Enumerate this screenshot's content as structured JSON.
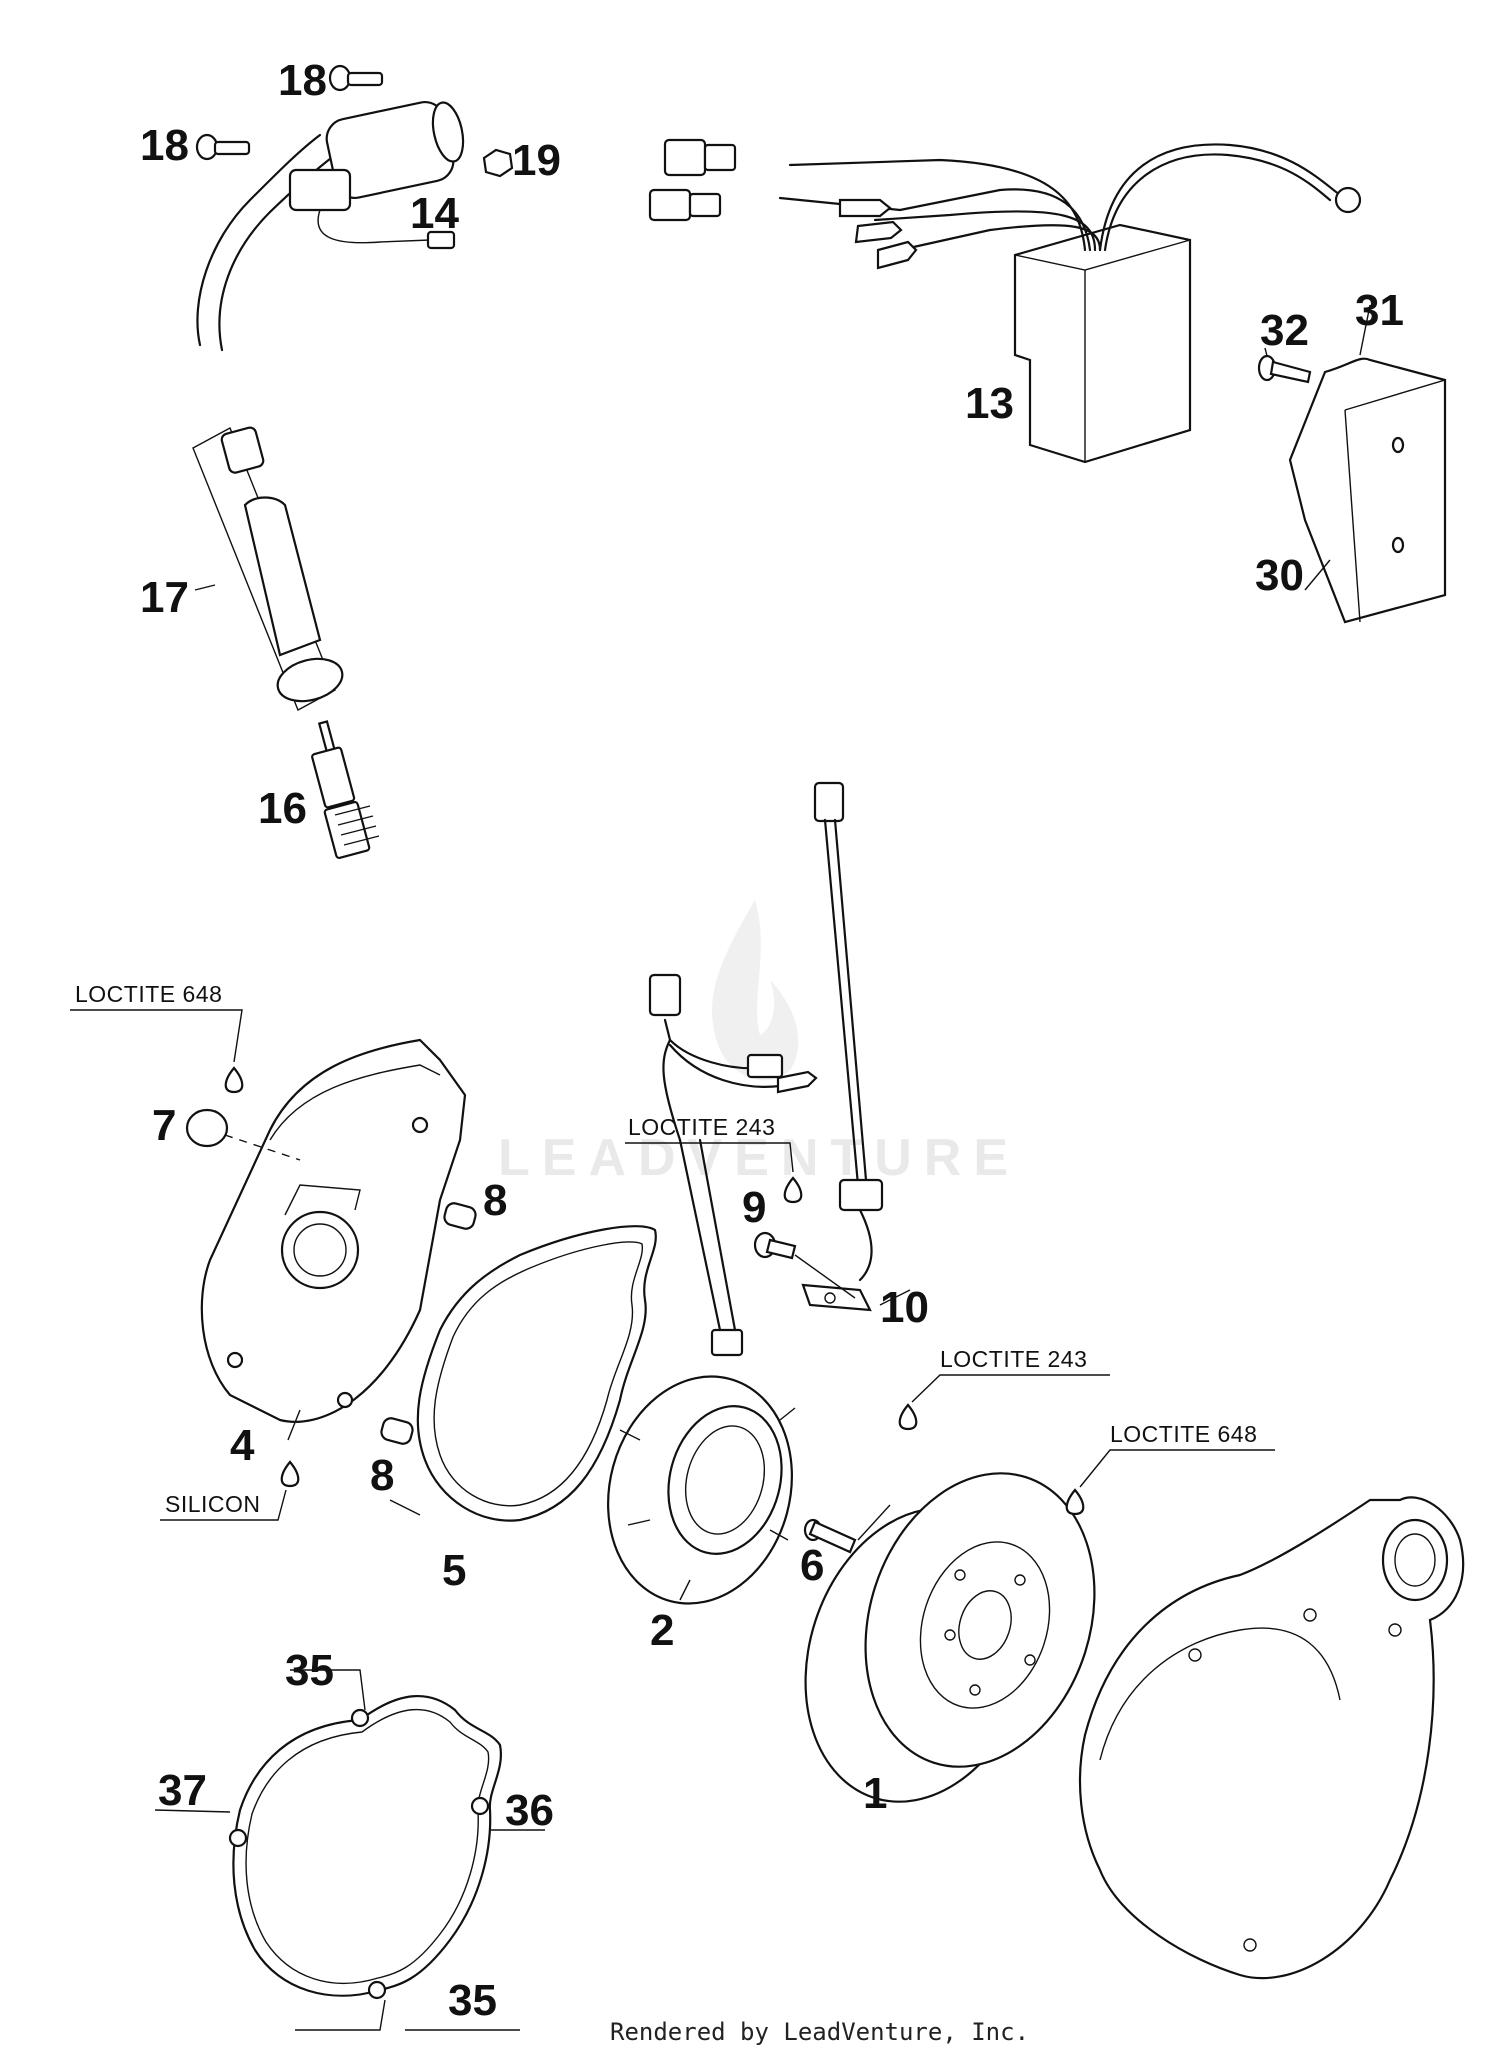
{
  "callouts": {
    "c1": "1",
    "c2": "2",
    "c4": "4",
    "c5": "5",
    "c6": "6",
    "c7": "7",
    "c8a": "8",
    "c8b": "8",
    "c9": "9",
    "c10": "10",
    "c13": "13",
    "c14": "14",
    "c16": "16",
    "c17": "17",
    "c18a": "18",
    "c18b": "18",
    "c19": "19",
    "c30": "30",
    "c31": "31",
    "c32": "32",
    "c35a": "35",
    "c35b": "35",
    "c36": "36",
    "c37": "37"
  },
  "notes": {
    "loctite648_top": "LOCTITE 648",
    "loctite243_mid": "LOCTITE 243",
    "loctite243_right": "LOCTITE 243",
    "loctite648_right": "LOCTITE 648",
    "silicon": "SILICON"
  },
  "watermark": "LEADVENTURE",
  "footer": "Rendered by LeadVenture, Inc."
}
